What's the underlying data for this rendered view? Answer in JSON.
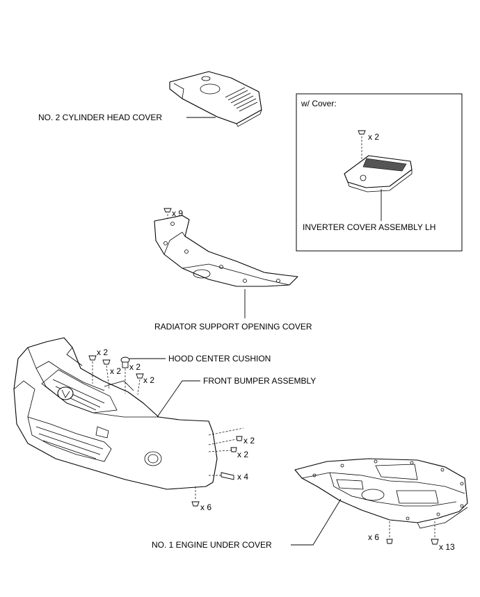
{
  "labels": {
    "cylinder_head_cover": "NO. 2 CYLINDER HEAD COVER",
    "inverter_cover": "INVERTER COVER ASSEMBLY LH",
    "radiator_cover": "RADIATOR SUPPORT OPENING COVER",
    "hood_cushion": "HOOD CENTER CUSHION",
    "front_bumper": "FRONT BUMPER ASSEMBLY",
    "engine_under_cover": "NO. 1 ENGINE UNDER COVER"
  },
  "inset": {
    "title": "w/ Cover:",
    "inverter_clip_qty": "x 2"
  },
  "quantities": {
    "radiator_clips": "x 9",
    "bumper_top_clips_a": "x 2",
    "bumper_top_clips_b": "x 2",
    "bumper_top_clips_c": "x 2",
    "bumper_top_clips_d": "x 2",
    "bumper_side_screws_a": "x 2",
    "bumper_side_screws_b": "x 2",
    "bumper_bolts": "x 4",
    "bumper_bottom_screws": "x 6",
    "under_cover_screws": "x 6",
    "under_cover_clips": "x 13"
  }
}
